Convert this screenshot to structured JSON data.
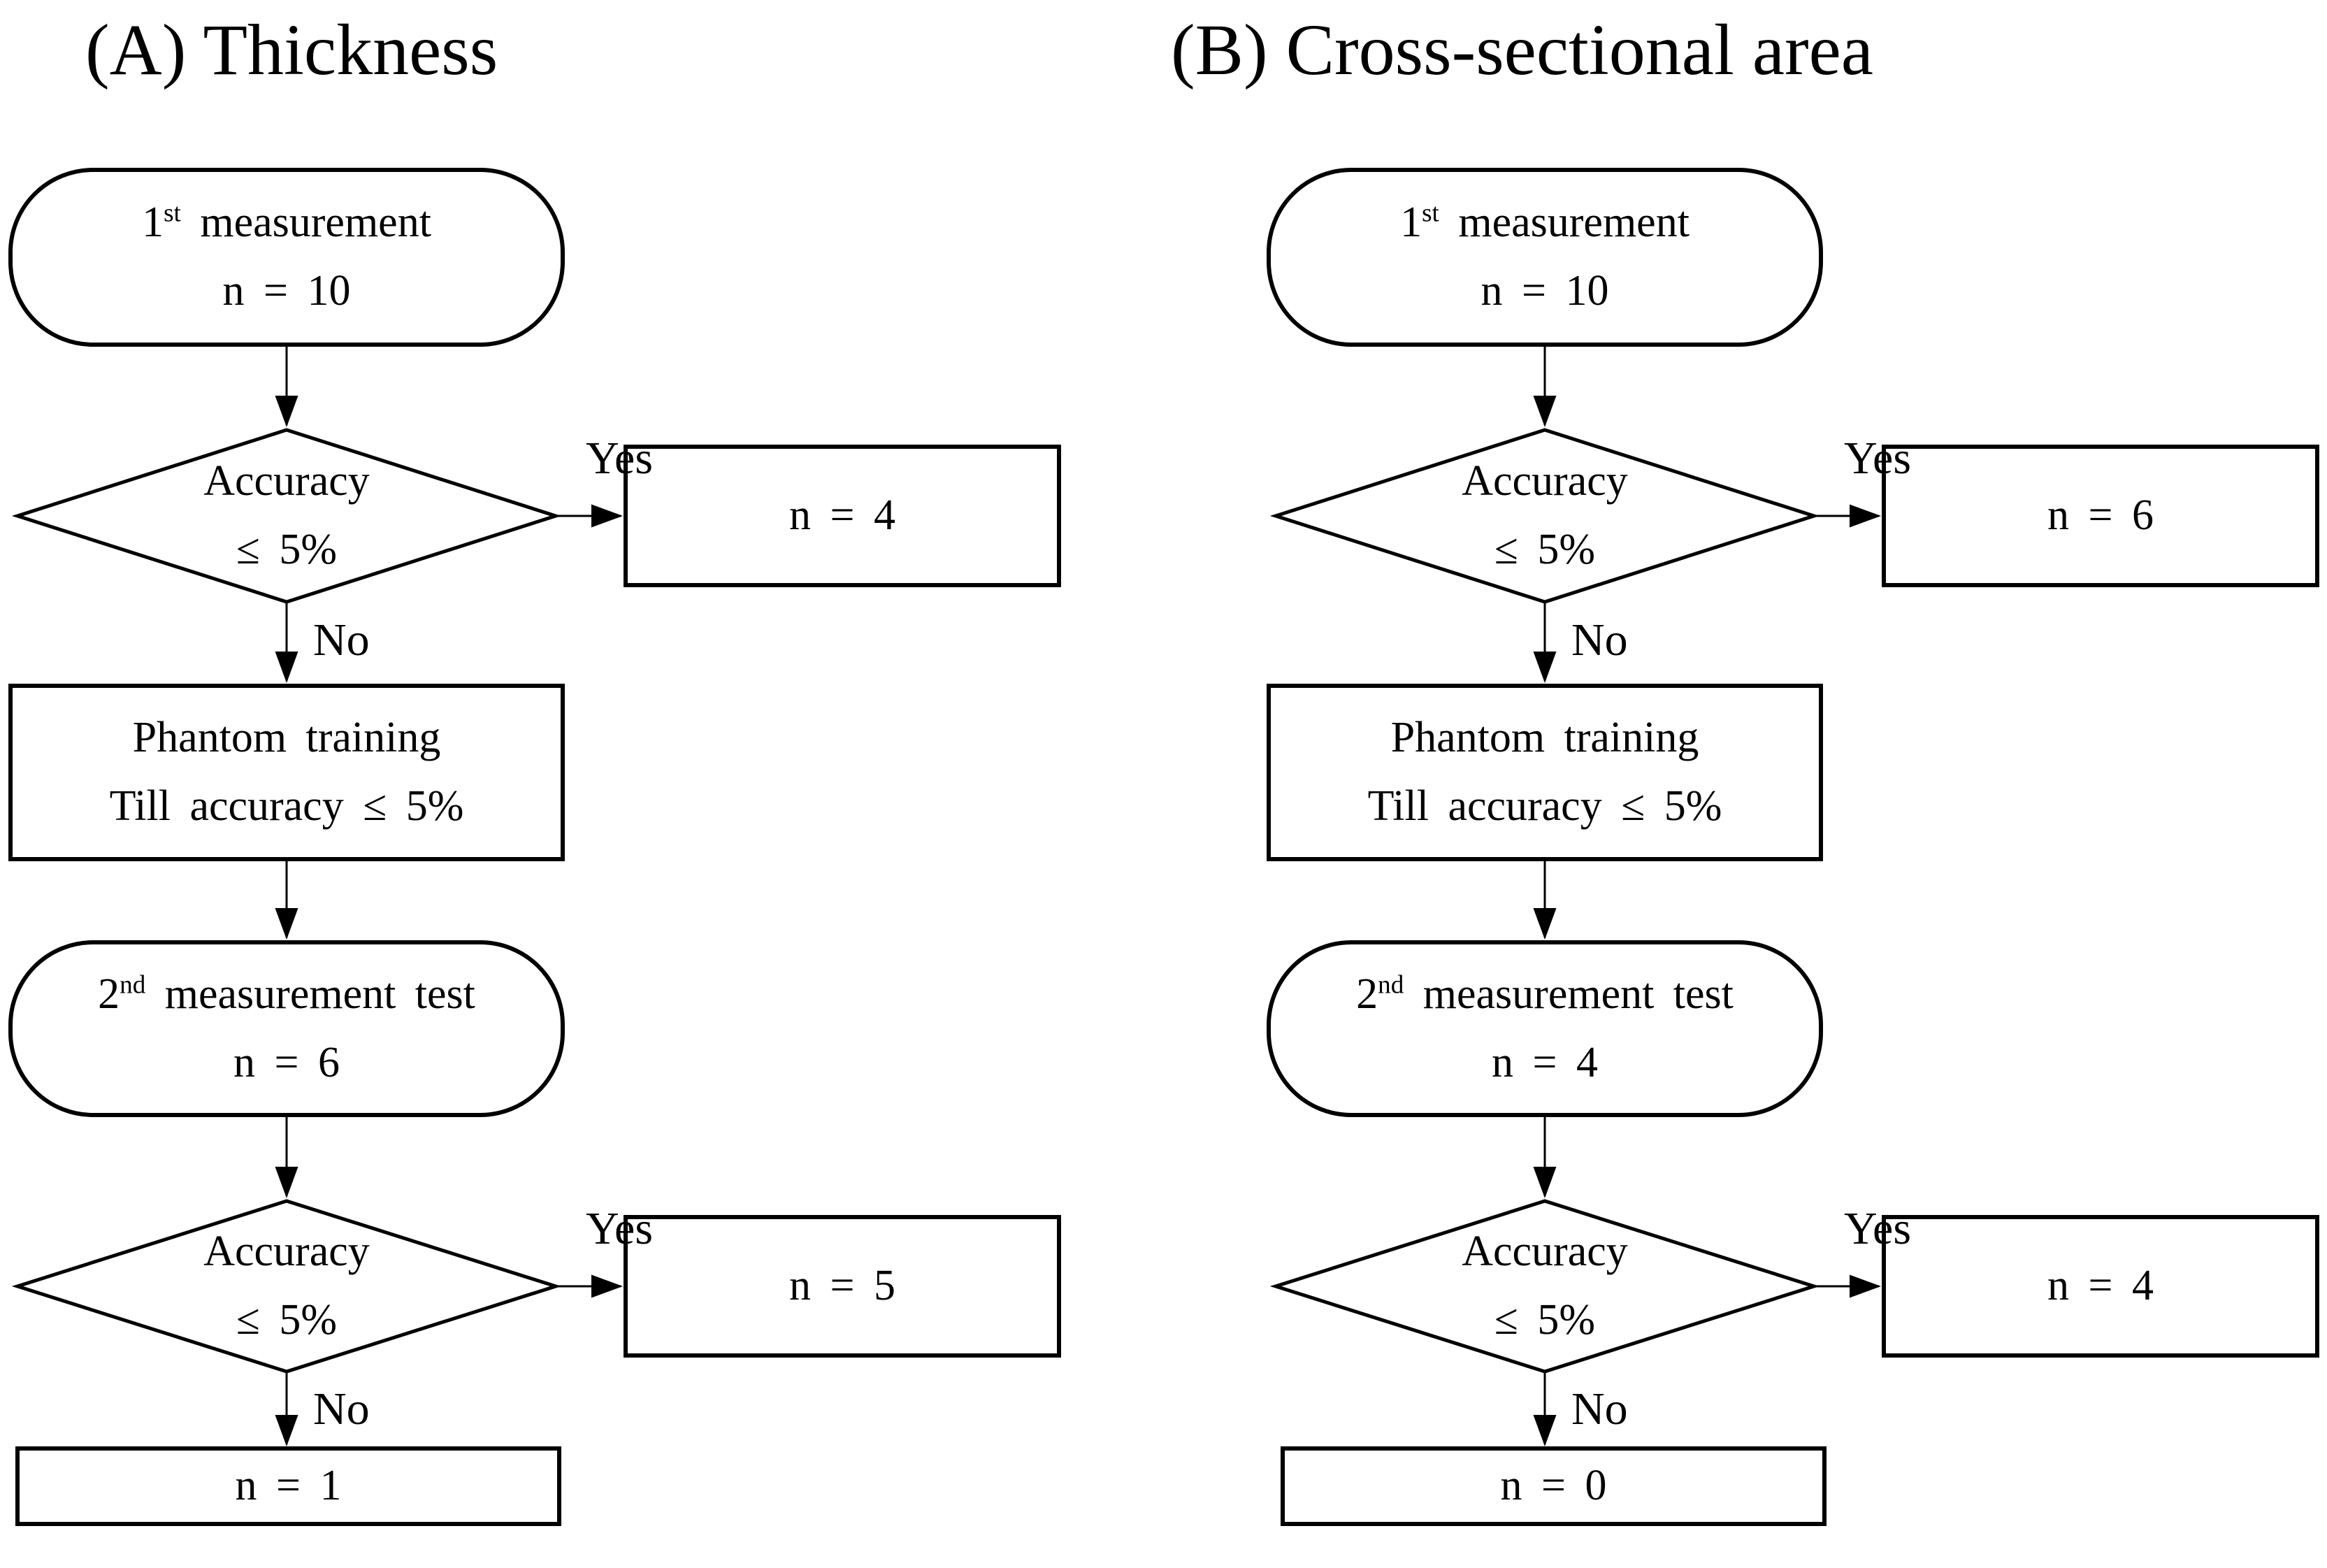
{
  "panels": {
    "a": {
      "title": "(A) Thickness"
    },
    "b": {
      "title": "(B) Cross-sectional area"
    }
  },
  "labels": {
    "yes": "Yes",
    "no": "No"
  },
  "flow_a": {
    "start": {
      "num": "1",
      "ord": "st",
      "rest": " measurement",
      "count": "n = 10"
    },
    "decision1": {
      "line1": "Accuracy",
      "line2": "≤ 5%"
    },
    "yes1_box": "n = 4",
    "training": {
      "line1": "Phantom training",
      "line2": "Till accuracy ≤ 5%"
    },
    "retest": {
      "num": "2",
      "ord": "nd",
      "rest": " measurement test",
      "count": "n = 6"
    },
    "decision2": {
      "line1": "Accuracy",
      "line2": "≤ 5%"
    },
    "yes2_box": "n = 5",
    "no2_box": "n = 1"
  },
  "flow_b": {
    "start": {
      "num": "1",
      "ord": "st",
      "rest": " measurement",
      "count": "n = 10"
    },
    "decision1": {
      "line1": "Accuracy",
      "line2": "≤ 5%"
    },
    "yes1_box": "n = 6",
    "training": {
      "line1": "Phantom training",
      "line2": "Till accuracy ≤ 5%"
    },
    "retest": {
      "num": "2",
      "ord": "nd",
      "rest": " measurement test",
      "count": "n = 4"
    },
    "decision2": {
      "line1": "Accuracy",
      "line2": "≤ 5%"
    },
    "yes2_box": "n = 4",
    "no2_box": "n = 0"
  },
  "style": {
    "ink": "#000000",
    "background": "#ffffff"
  }
}
